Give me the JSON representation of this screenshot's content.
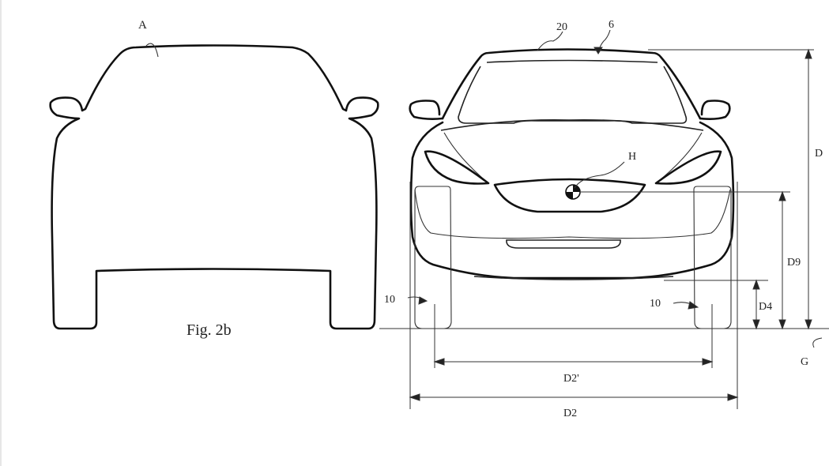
{
  "figure": {
    "caption": "Fig. 2b",
    "silhouette_label": "A",
    "ref_roof": "20",
    "ref_top": "6",
    "ref_logo": "H",
    "ref_wheel_left": "10",
    "ref_wheel_right": "10",
    "ground_label": "G",
    "dim_height": "D",
    "dim_logo_height": "D9",
    "dim_clearance": "D4",
    "dim_track": "D2'",
    "dim_width": "D2"
  }
}
